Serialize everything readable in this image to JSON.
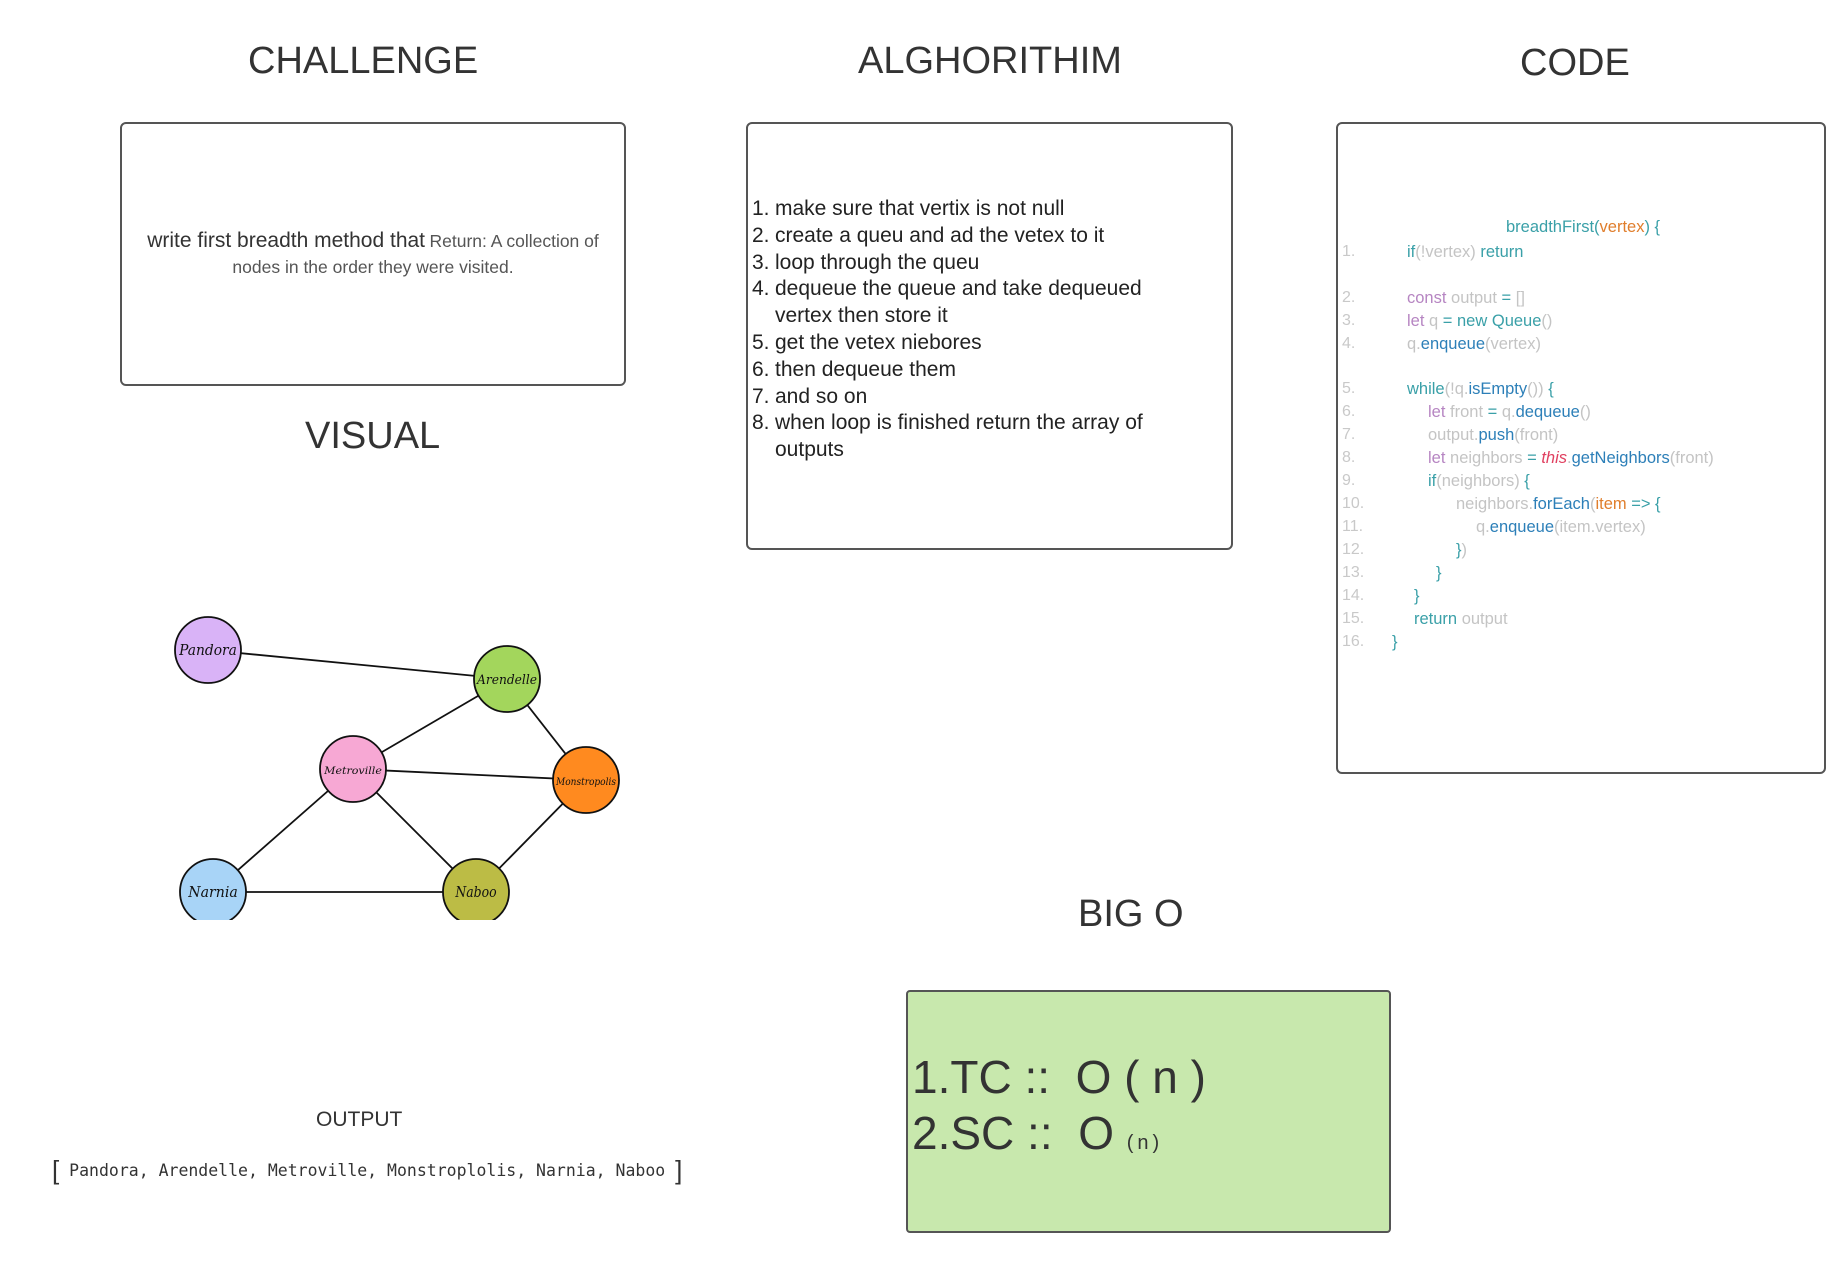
{
  "headings": {
    "challenge": "CHALLENGE",
    "algorithm": "ALGHORITHIM",
    "code": "CODE",
    "visual": "VISUAL",
    "bigo": "BIG O"
  },
  "challenge": {
    "main_text": "write first breadth method that",
    "small_text": "Return: A collection of nodes in the order they were visited."
  },
  "algorithm": {
    "steps": [
      {
        "num": "1.",
        "text": "make sure that vertix is not null"
      },
      {
        "num": "2.",
        "text": "create a queu and ad the vetex to it"
      },
      {
        "num": "3.",
        "text": "loop through the queu"
      },
      {
        "num": "4.",
        "text": "dequeue the queue and take dequeued vertex then store it"
      },
      {
        "num": "5.",
        "text": "get the vetex niebores"
      },
      {
        "num": "6.",
        "text": "then dequeue them"
      },
      {
        "num": "7.",
        "text": "and so on"
      },
      {
        "num": "8.",
        "text": "when loop is finished return the array of outputs"
      }
    ]
  },
  "code": {
    "header": "breadthFirst(vertex) {",
    "lines": [
      {
        "n": "1.",
        "text": "if(!vertex) return"
      },
      {
        "n": "2.",
        "text": "const output = []"
      },
      {
        "n": "3.",
        "text": "let q = new Queue()"
      },
      {
        "n": "4.",
        "text": "q.enqueue(vertex)"
      },
      {
        "n": "5.",
        "text": "while(!q.isEmpty()) {"
      },
      {
        "n": "6.",
        "text": "let front = q.dequeue()"
      },
      {
        "n": "7.",
        "text": "output.push(front)"
      },
      {
        "n": "8.",
        "text": "let neighbors = this.getNeighbors(front)"
      },
      {
        "n": "9.",
        "text": "if(neighbors) {"
      },
      {
        "n": "10.",
        "text": "neighbors.forEach(item => {"
      },
      {
        "n": "11.",
        "text": "q.enqueue(item.vertex)"
      },
      {
        "n": "12.",
        "text": "})"
      },
      {
        "n": "13.",
        "text": "}"
      },
      {
        "n": "14.",
        "text": "}"
      },
      {
        "n": "15.",
        "text": "return output"
      },
      {
        "n": "16.",
        "text": "}"
      }
    ]
  },
  "graph": {
    "nodes": [
      {
        "id": "pandora",
        "label": "Pandora",
        "color": "#d9b3f7"
      },
      {
        "id": "arendelle",
        "label": "Arendelle",
        "color": "#a3d65c"
      },
      {
        "id": "metroville",
        "label": "Metroville",
        "color": "#f7a8d4"
      },
      {
        "id": "monstropolis",
        "label": "Monstropolis",
        "color": "#ff8a1f"
      },
      {
        "id": "narnia",
        "label": "Narnia",
        "color": "#a8d4f7"
      },
      {
        "id": "naboo",
        "label": "Naboo",
        "color": "#bcbc45"
      }
    ],
    "edges": [
      [
        "pandora",
        "arendelle"
      ],
      [
        "arendelle",
        "metroville"
      ],
      [
        "arendelle",
        "monstropolis"
      ],
      [
        "metroville",
        "monstropolis"
      ],
      [
        "metroville",
        "narnia"
      ],
      [
        "metroville",
        "naboo"
      ],
      [
        "monstropolis",
        "naboo"
      ],
      [
        "narnia",
        "naboo"
      ]
    ]
  },
  "output": {
    "title": "OUTPUT",
    "open_bracket": "[",
    "close_bracket": "]",
    "values": "Pandora, Arendelle, Metroville, Monstroplolis, Narnia, Naboo"
  },
  "bigo": {
    "lines": [
      {
        "num": "1.",
        "label": "TC ::",
        "big": "O ( n )",
        "small": ""
      },
      {
        "num": "2.",
        "label": "SC ::",
        "big": "O",
        "small": "(n)"
      }
    ]
  },
  "colors": {
    "bigo_bg": "#c8e8ad",
    "border": "#555555"
  }
}
